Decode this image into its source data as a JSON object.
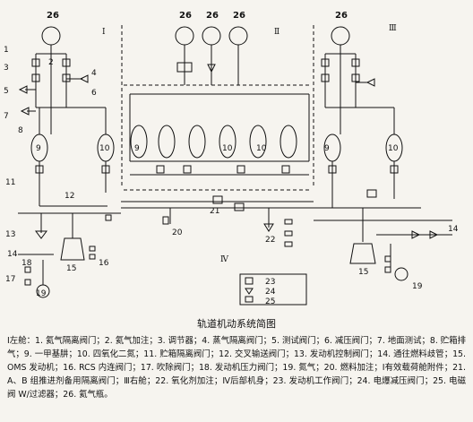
{
  "title": "轨道机动系统简图",
  "sections": {
    "left": "Ⅰ",
    "middle": "Ⅱ",
    "right": "Ⅲ",
    "aft": "Ⅳ"
  },
  "component_numbers": [
    "1",
    "2",
    "3",
    "4",
    "5",
    "6",
    "7",
    "8",
    "9",
    "10",
    "11",
    "12",
    "13",
    "14",
    "15",
    "16",
    "17",
    "18",
    "19",
    "20",
    "21",
    "22",
    "23",
    "24",
    "25",
    "26"
  ],
  "legend": {
    "n23": "23",
    "n24": "24",
    "n25": "25"
  },
  "caption": "Ⅰ左舱：1. 氦气隔离阀门；2. 氦气加注；3. 调节器；4. 蒸气隔离阀门；5. 测试阀门；6. 减压阀门；7. 地面测试；8. 贮箱排气；9. 一甲基肼；10. 四氧化二氮；11. 贮箱隔离阀门；12. 交叉输送阀门；13. 发动机控制阀门；14. 通往燃料歧管；15. OMS 发动机；16. RCS 内连阀门；17. 吹除阀门；18. 发动机压力阀门；19. 氮气；20. 燃料加注；Ⅰ有效载荷舱附件；21. A、B 组推进剂备用隔离阀门；Ⅲ右舱；22. 氧化剂加注；Ⅳ后部机身；23. 发动机工作阀门；24. 电爆减压阀门；25. 电磁阀 W/过滤器；26. 氦气瓶。"
}
